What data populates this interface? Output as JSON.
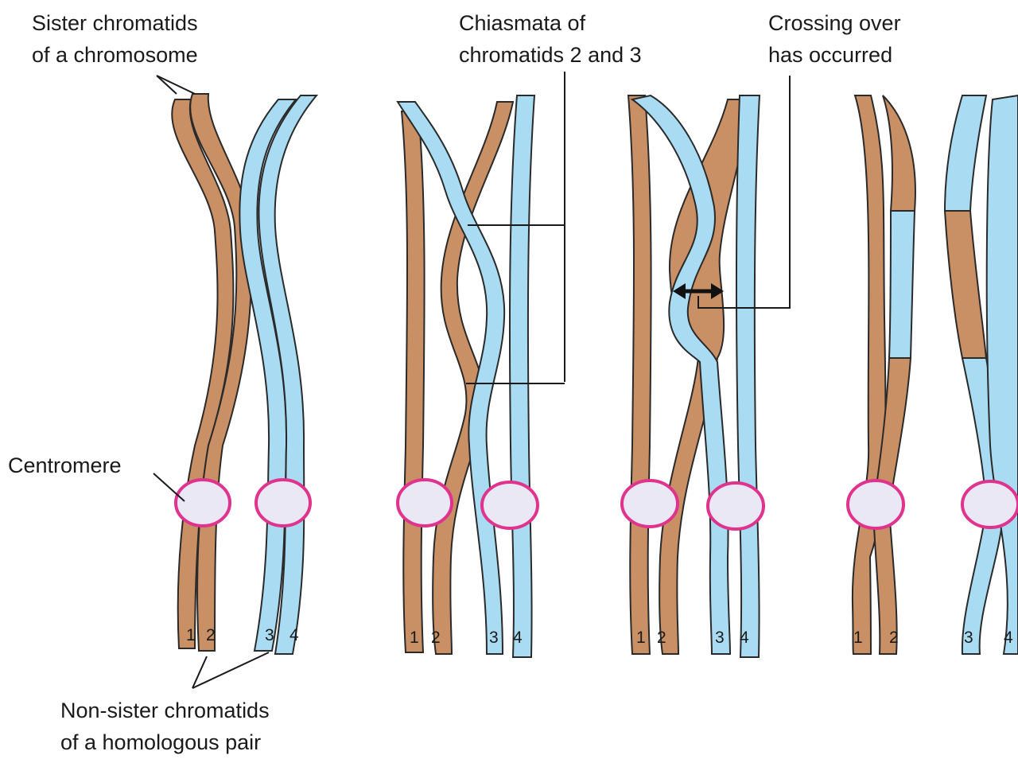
{
  "labels": {
    "sister_line1": "Sister chromatids",
    "sister_line2": "of a chromosome",
    "chiasmata_line1": "Chiasmata of",
    "chiasmata_line2": "chromatids  2 and 3",
    "crossing_line1": "Crossing over",
    "crossing_line2": "has occurred",
    "centromere": "Centromere",
    "nonsister_line1": "Non-sister chromatids",
    "nonsister_line2": "of a homologous pair"
  },
  "chromatid_numbers": [
    "1",
    "2",
    "3",
    "4"
  ],
  "colors": {
    "maternal_chromatid": "#c98f65",
    "paternal_chromatid": "#a9dcf3",
    "centromere_fill": "#e9e8f4",
    "centromere_outline": "#e0338d",
    "outline": "#2a2a2a"
  }
}
